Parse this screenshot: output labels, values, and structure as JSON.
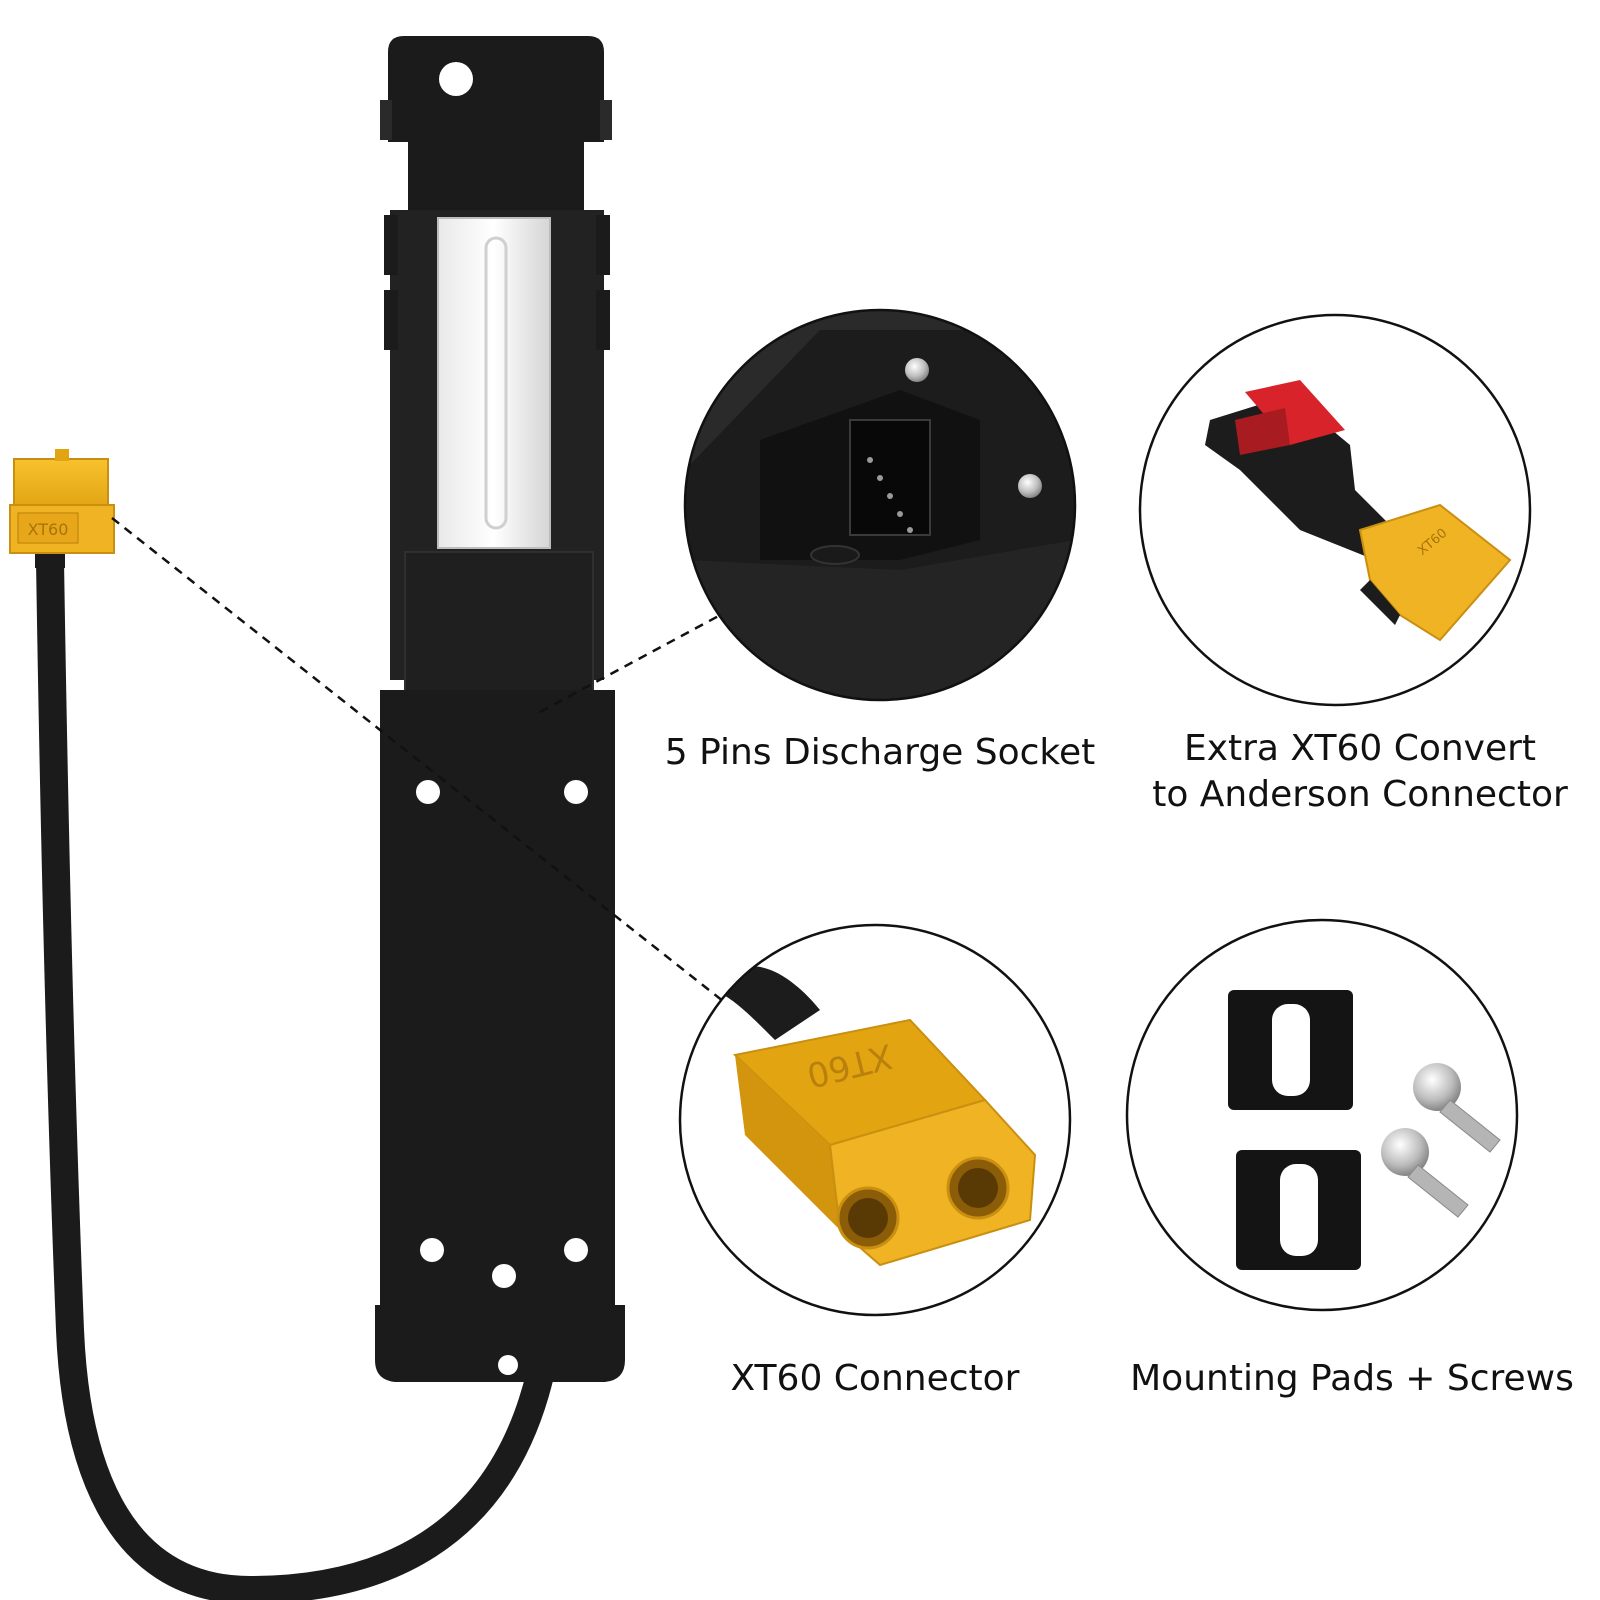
{
  "colors": {
    "background": "#ffffff",
    "plastic_black": "#1b1b1b",
    "plastic_dark": "#2a2a2a",
    "connector_yellow": "#f0b323",
    "connector_yellow_dark": "#c98f10",
    "anderson_red": "#d8232a",
    "metal": "#c8c8c8",
    "circle_stroke": "#111111",
    "leader_line": "#111111"
  },
  "main_connector_label": "XT60",
  "callouts": [
    {
      "id": "discharge-socket",
      "label": "5 Pins Discharge Socket"
    },
    {
      "id": "anderson-adapter",
      "label_line1": "Extra XT60 Convert",
      "label_line2": "to Anderson Connector"
    },
    {
      "id": "xt60-connector",
      "label": "XT60 Connector"
    },
    {
      "id": "mounting-pads",
      "label": "Mounting Pads + Screws"
    }
  ],
  "detail_marks": {
    "xt60_closeup_text": "XT60",
    "anderson_closeup_text": "XT60"
  }
}
